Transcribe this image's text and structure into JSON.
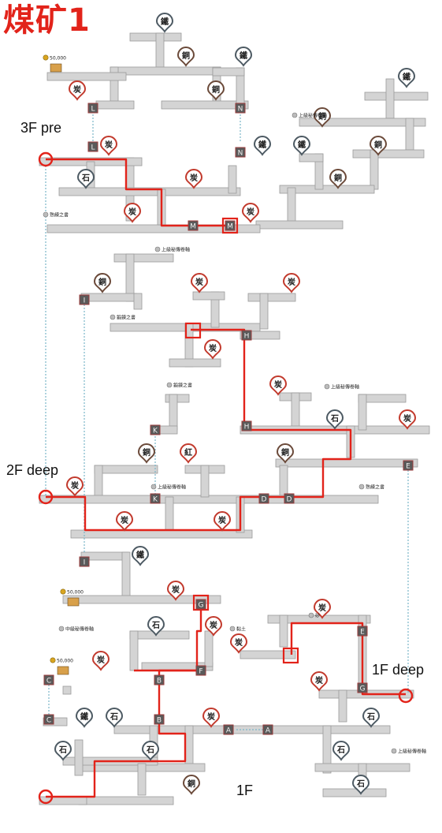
{
  "title": "煤矿1",
  "floor_labels": {
    "f3_pre": "3F pre",
    "f2_deep": "2F deep",
    "f1_deep": "1F deep",
    "f1": "1F"
  },
  "resource_icons": {
    "coal": "炭",
    "copper": "銅",
    "iron": "鐵",
    "stone": "石",
    "red": "紅"
  },
  "gold_amounts": [
    "50,000",
    "50,000",
    "50,000"
  ],
  "scroll_labels": {
    "upper_secret": "上級秘傳卷軸",
    "middle_secret": "中級秘傳卷軸",
    "proficiency": "熟練之書",
    "refine": "鍛鍊之書",
    "clay": "黏土",
    "sand": "砂"
  },
  "door_letters": [
    "L",
    "M",
    "N",
    "I",
    "H",
    "K",
    "D",
    "E",
    "G",
    "F",
    "C",
    "B",
    "A"
  ],
  "colors": {
    "title": "#e2231a",
    "route": "#e2231a",
    "corridor": "#d4d4d4",
    "corridor_edge": "#9a9a9a",
    "dotted_link": "#7ab6c9"
  }
}
